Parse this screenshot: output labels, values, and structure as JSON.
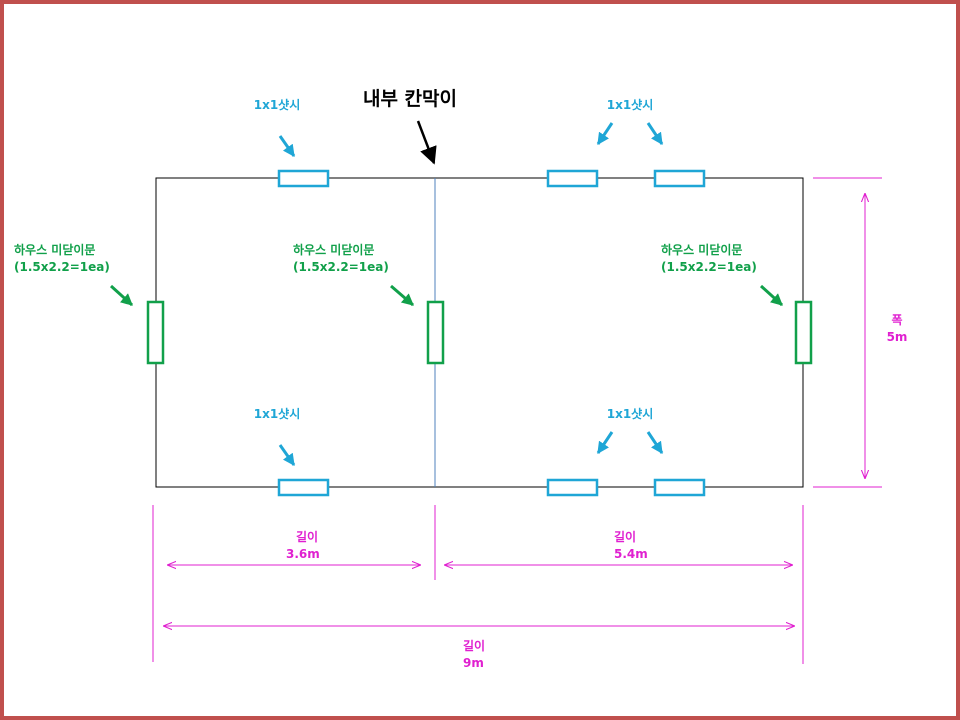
{
  "title": "내부 칸막이",
  "colors": {
    "frame": "#c0504d",
    "outline": "#000000",
    "partition": "#4f81bd",
    "window": "#1fa6d6",
    "door": "#11a04a",
    "dimension": "#e020d0",
    "text_window": "#1fa6d6",
    "text_door": "#11a04a",
    "text_dimension": "#e020d0"
  },
  "labels": {
    "window_top_left": "1x1샷시",
    "window_top_right": "1x1샷시",
    "window_bottom_left": "1x1샷시",
    "window_bottom_right": "1x1샷시",
    "door_left_line1": "하우스 미닫이문",
    "door_left_line2": "(1.5x2.2=1ea)",
    "door_center_line1": "하우스 미닫이문",
    "door_center_line2": "(1.5x2.2=1ea)",
    "door_right_line1": "하우스 미닫이문",
    "door_right_line2": "(1.5x2.2=1ea)"
  },
  "dimensions": {
    "length_left": {
      "label": "길이",
      "value": "3.6m"
    },
    "length_right": {
      "label": "길이",
      "value": "5.4m"
    },
    "length_total": {
      "label": "길이",
      "value": "9m"
    },
    "width": {
      "label": "폭",
      "value": "5m"
    }
  }
}
